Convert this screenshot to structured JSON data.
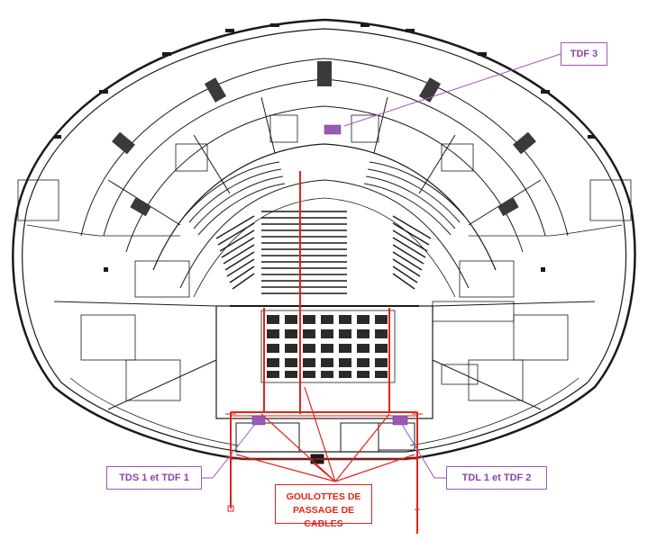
{
  "labels": {
    "tdf3": "TDF 3",
    "tds1_tdf1": "TDS 1 et TDF 1",
    "tdl1_tdf2": "TDL 1 et TDF 2",
    "goulottes_line1": "GOULOTTES DE",
    "goulottes_line2": "PASSAGE DE CABLES"
  },
  "colors": {
    "outline": "#1a1a1a",
    "cable_trays": "#e2231a",
    "technical_rooms": "#9b59b6"
  }
}
